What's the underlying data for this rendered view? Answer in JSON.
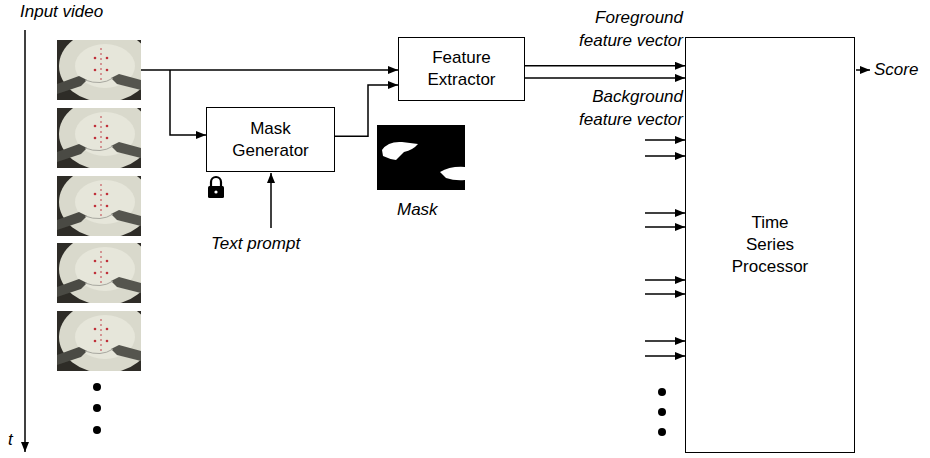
{
  "diagram": {
    "nodes": [
      {
        "text": [
          "Feature Extractor"
        ]
      },
      {
        "text": [
          "Mask Generator"
        ]
      },
      {
        "text": [
          "Time Series Processor"
        ]
      }
    ],
    "edges": [
      {
        "from": 1,
        "to": 0,
        "arrow": "to"
      },
      {
        "from": 0,
        "to": 2,
        "arrow": "to",
        "label": "Foreground feature vector"
      },
      {
        "from": 0,
        "to": 2,
        "arrow": "to",
        "label": "Background feature vector"
      }
    ],
    "labels": [
      "Input video",
      "Text prompt",
      "Mask",
      "Score",
      "t"
    ]
  }
}
